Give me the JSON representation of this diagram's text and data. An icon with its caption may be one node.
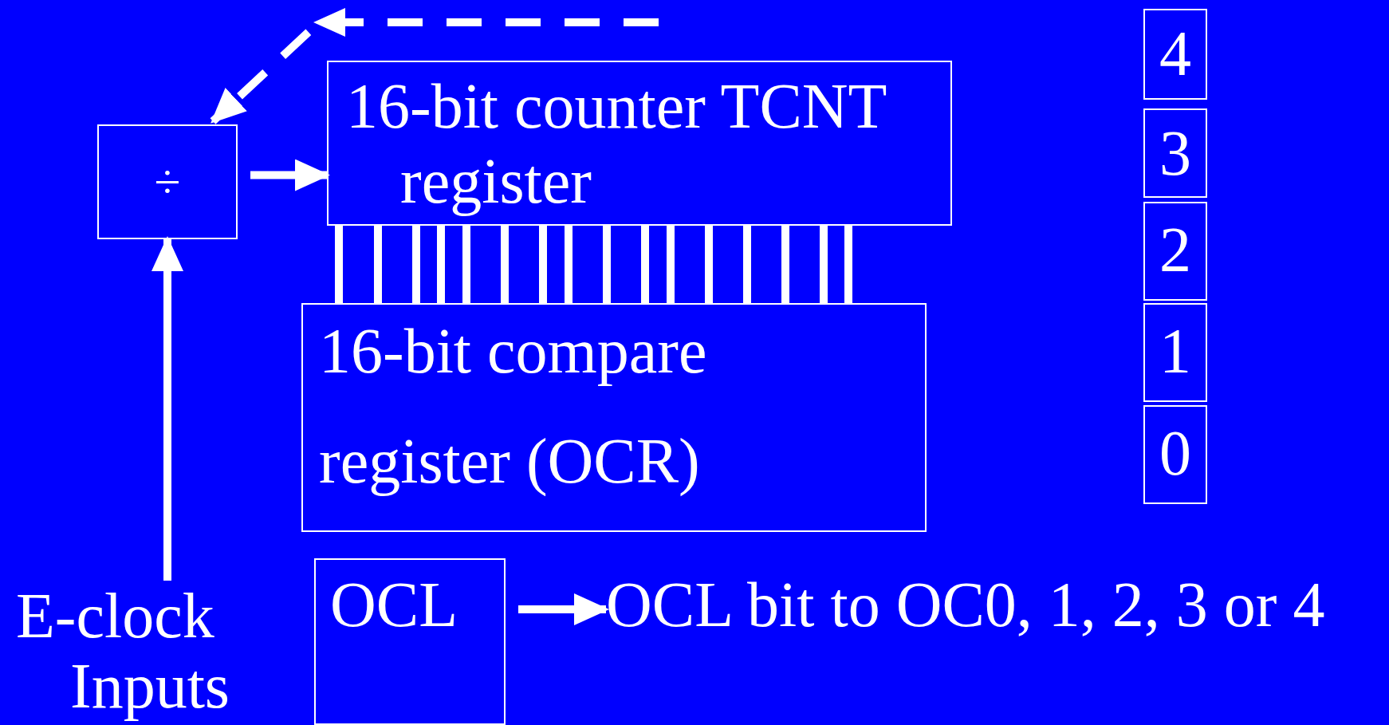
{
  "diagram": {
    "nodes": [
      {
        "text": [
          "E-clock Inputs"
        ]
      },
      {
        "text": [
          "÷"
        ]
      },
      {
        "text": [
          "16-bit counter TCNT register"
        ]
      },
      {
        "text": [
          "16-bit compare",
          "register (OCR)"
        ]
      },
      {
        "text": [
          "OCL"
        ]
      },
      {
        "text": [
          "OCL bit to OC0, 1, 2, 3 or 4"
        ]
      },
      {
        "text": [
          "4"
        ]
      },
      {
        "text": [
          "3"
        ]
      },
      {
        "text": [
          "2"
        ]
      },
      {
        "text": [
          "1"
        ]
      },
      {
        "text": [
          "0"
        ]
      }
    ],
    "edges": [
      {
        "from": null,
        "to": 1,
        "arrow": "to",
        "style": "dashed"
      },
      {
        "from": 0,
        "to": 1,
        "arrow": "to"
      },
      {
        "from": 1,
        "to": 2,
        "arrow": "to"
      },
      {
        "from": 2,
        "to": 3,
        "arrow": "none"
      },
      {
        "from": 2,
        "to": 3,
        "arrow": "none"
      },
      {
        "from": 2,
        "to": 3,
        "arrow": "none"
      },
      {
        "from": 2,
        "to": 3,
        "arrow": "none"
      },
      {
        "from": 2,
        "to": 3,
        "arrow": "none"
      },
      {
        "from": 2,
        "to": 3,
        "arrow": "none"
      },
      {
        "from": 2,
        "to": 3,
        "arrow": "none"
      },
      {
        "from": 2,
        "to": 3,
        "arrow": "none"
      },
      {
        "from": 2,
        "to": 3,
        "arrow": "none"
      },
      {
        "from": 2,
        "to": 3,
        "arrow": "none"
      },
      {
        "from": 2,
        "to": 3,
        "arrow": "none"
      },
      {
        "from": 2,
        "to": 3,
        "arrow": "none"
      },
      {
        "from": 2,
        "to": 3,
        "arrow": "none"
      },
      {
        "from": 2,
        "to": 3,
        "arrow": "none"
      },
      {
        "from": 2,
        "to": 3,
        "arrow": "none"
      },
      {
        "from": 2,
        "to": 3,
        "arrow": "none"
      },
      {
        "from": 4,
        "to": 5,
        "arrow": "to"
      }
    ]
  }
}
